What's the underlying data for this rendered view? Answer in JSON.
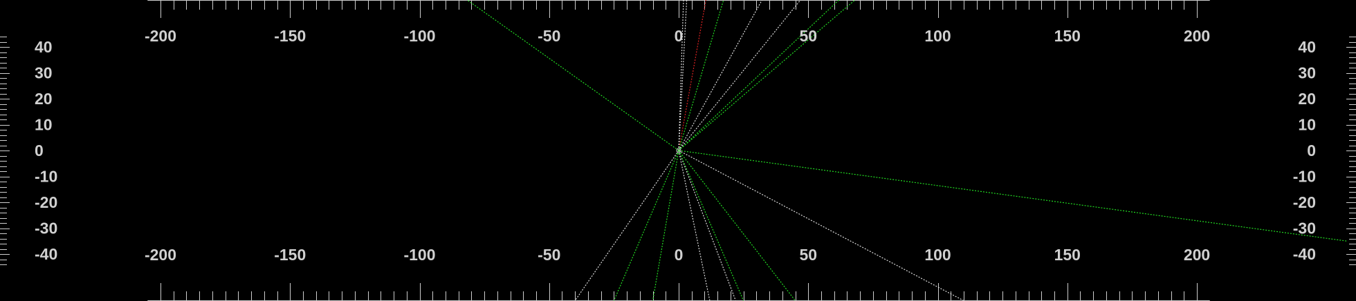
{
  "colors": {
    "background": "#000000",
    "tick": "#cfcfcf",
    "label": "#d0d0d0",
    "track_green": "#22dd22",
    "track_white": "#dddddd",
    "track_red": "#dd2222"
  },
  "x_axis": {
    "range": [
      -200,
      200
    ],
    "labels": [
      "-200",
      "-150",
      "-100",
      "-50",
      "0",
      "50",
      "100",
      "150",
      "200"
    ],
    "label_values": [
      -200,
      -150,
      -100,
      -50,
      0,
      50,
      100,
      150,
      200
    ]
  },
  "y_axis": {
    "range": [
      -40,
      40
    ],
    "labels": [
      "40",
      "30",
      "20",
      "10",
      "0",
      "-10",
      "-20",
      "-30",
      "-40"
    ],
    "label_values": [
      40,
      30,
      20,
      10,
      0,
      -10,
      -20,
      -30,
      -40
    ]
  },
  "tracks": [
    {
      "color": "green",
      "end": [
        -132,
        94
      ]
    },
    {
      "color": "red",
      "end": [
        17,
        94
      ]
    },
    {
      "color": "white",
      "end": [
        5,
        94
      ]
    },
    {
      "color": "white",
      "end": [
        3,
        94
      ]
    },
    {
      "color": "green",
      "end": [
        28,
        94
      ]
    },
    {
      "color": "white",
      "end": [
        52,
        94
      ]
    },
    {
      "color": "white",
      "end": [
        76,
        94
      ]
    },
    {
      "color": "green",
      "end": [
        100,
        94
      ]
    },
    {
      "color": "green",
      "end": [
        110,
        94
      ]
    },
    {
      "color": "green",
      "end": [
        258,
        -35
      ]
    },
    {
      "color": "white",
      "end": [
        -40,
        -58
      ]
    },
    {
      "color": "green",
      "end": [
        -25,
        -58
      ]
    },
    {
      "color": "green",
      "end": [
        -10,
        -58
      ]
    },
    {
      "color": "white",
      "end": [
        12,
        -58
      ]
    },
    {
      "color": "white",
      "end": [
        22,
        -58
      ]
    },
    {
      "color": "green",
      "end": [
        25,
        -58
      ]
    },
    {
      "color": "green",
      "end": [
        45,
        -58
      ]
    },
    {
      "color": "white",
      "end": [
        110,
        -58
      ]
    }
  ]
}
